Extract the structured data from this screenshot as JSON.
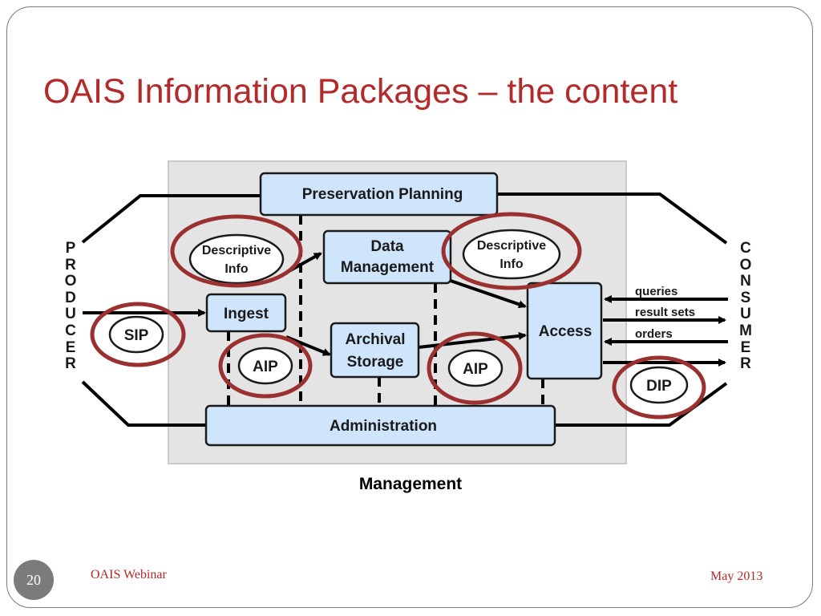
{
  "slide": {
    "title": "OAIS Information Packages – the content",
    "caption": "Management",
    "page_number": "20",
    "footer_left": "OAIS Webinar",
    "footer_right": "May 2013"
  },
  "diagram": {
    "producer_label": "PRODUCER",
    "consumer_label": "CONSUMER",
    "functions": {
      "preservation_planning": "Preservation Planning",
      "data_management_line1": "Data",
      "data_management_line2": "Management",
      "ingest": "Ingest",
      "archival_storage_line1": "Archival",
      "archival_storage_line2": "Storage",
      "access": "Access",
      "administration": "Administration"
    },
    "packages": {
      "descriptive_info_line1": "Descriptive",
      "descriptive_info_line2": "Info",
      "sip": "SIP",
      "aip": "AIP",
      "dip": "DIP"
    },
    "consumer_flows": [
      "queries",
      "result sets",
      "orders"
    ]
  },
  "colors": {
    "title": "#b22a2a",
    "function_box_fill": "#cfe5fb",
    "highlight_ring": "#9b3030",
    "panel_background": "#e4e4e4"
  }
}
